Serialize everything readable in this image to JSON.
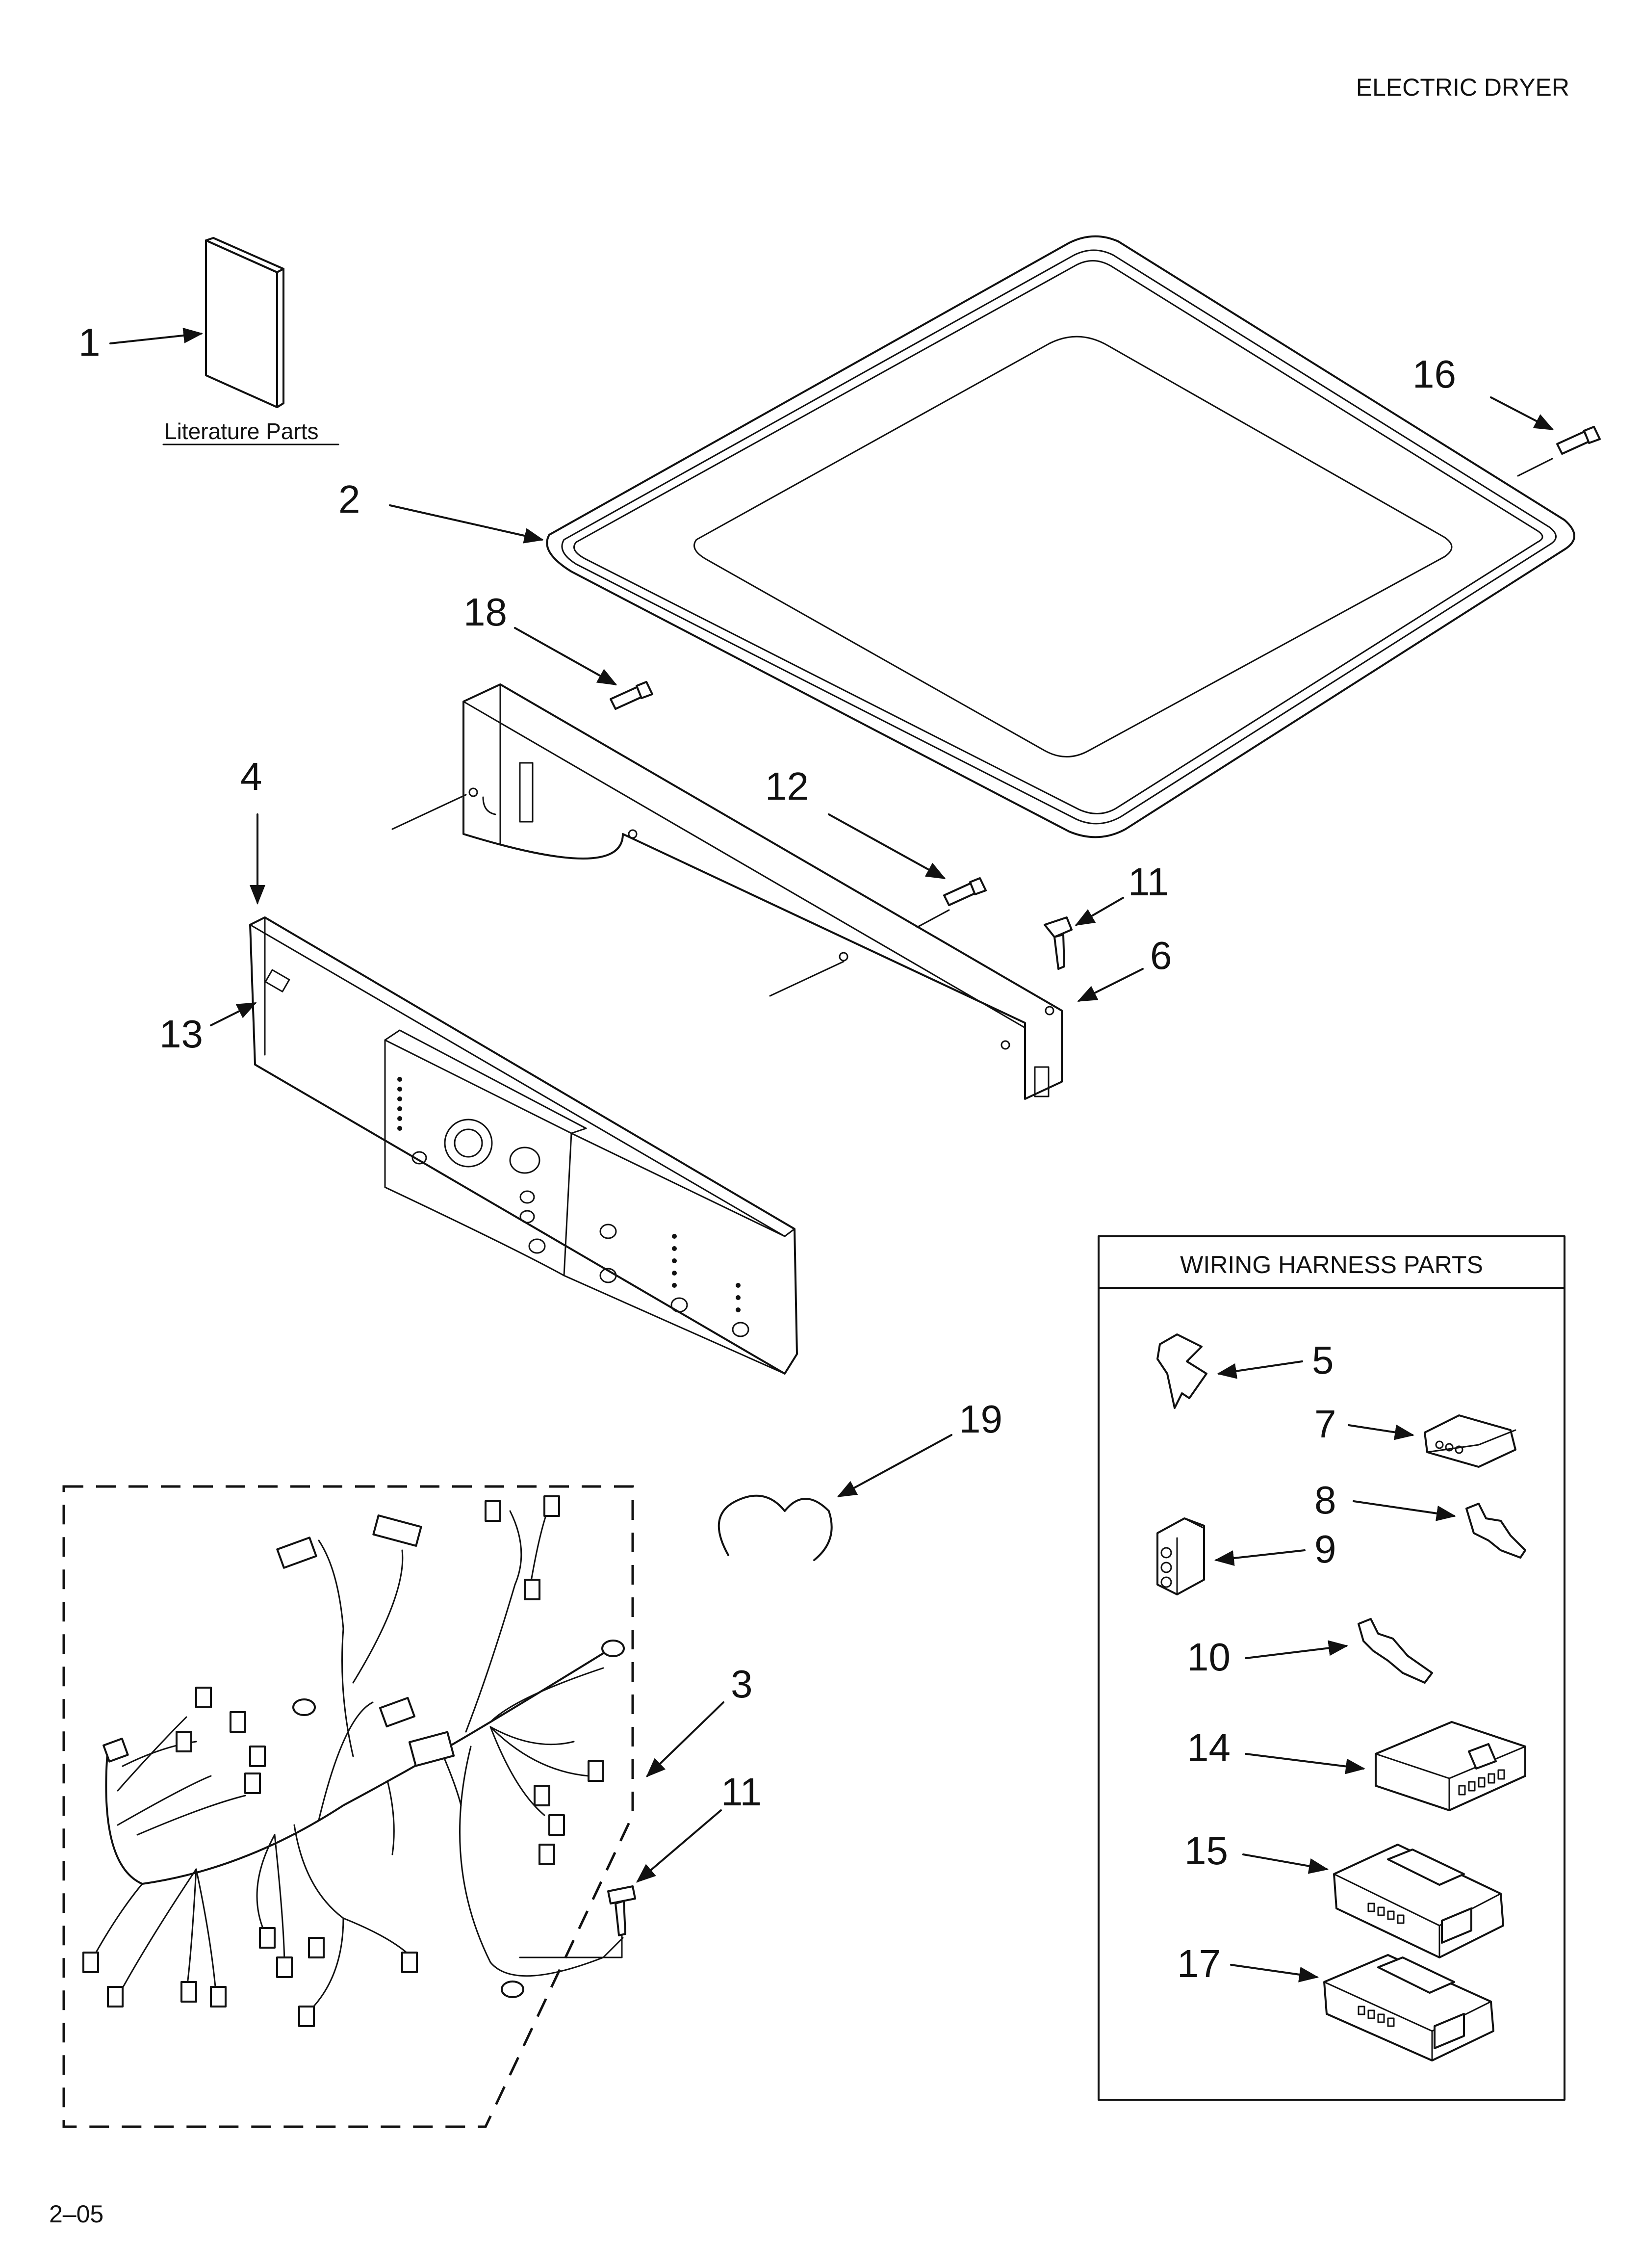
{
  "header": {
    "title": "ELECTRIC DRYER"
  },
  "footer": {
    "code": "2–05"
  },
  "literature": {
    "label": "Literature Parts"
  },
  "harness_box": {
    "title": "WIRING HARNESS PARTS"
  },
  "callouts": {
    "c1": "1",
    "c2": "2",
    "c3": "3",
    "c4": "4",
    "c5": "5",
    "c6": "6",
    "c7": "7",
    "c8": "8",
    "c9": "9",
    "c10": "10",
    "c11a": "11",
    "c11b": "11",
    "c12": "12",
    "c13": "13",
    "c14": "14",
    "c15": "15",
    "c16": "16",
    "c17": "17",
    "c18": "18",
    "c19": "19"
  },
  "colors": {
    "ink": "#111111",
    "paper": "#ffffff"
  }
}
